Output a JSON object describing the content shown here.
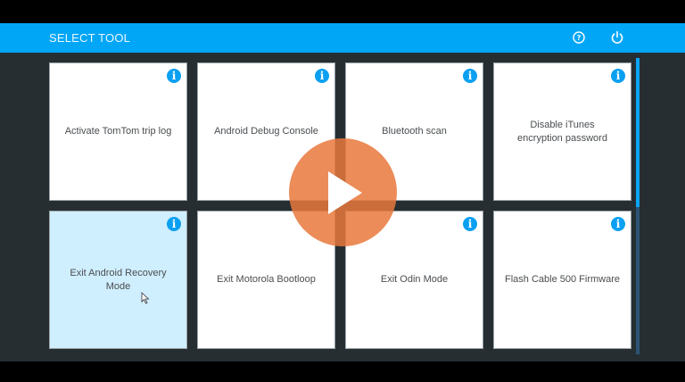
{
  "header": {
    "title": "SELECT TOOL",
    "help_icon": "question-circle-icon",
    "power_icon": "power-icon",
    "bg_color": "#02a6f6"
  },
  "tools": [
    {
      "label": "Activate TomTom trip log",
      "selected": false
    },
    {
      "label": "Android Debug Console",
      "selected": false
    },
    {
      "label": "Bluetooth scan",
      "selected": false
    },
    {
      "label": "Disable iTunes encryption password",
      "selected": false
    },
    {
      "label": "Exit Android Recovery Mode",
      "selected": true
    },
    {
      "label": "Exit Motorola Bootloop",
      "selected": false
    },
    {
      "label": "Exit Odin Mode",
      "selected": false
    },
    {
      "label": "Flash Cable 500 Firmware",
      "selected": false
    }
  ],
  "info_glyph": "i",
  "colors": {
    "accent": "#02a6f6",
    "panel": "#262e32",
    "card": "#ffffff",
    "card_selected": "#cfeefe",
    "play_overlay": "#e8783c"
  }
}
